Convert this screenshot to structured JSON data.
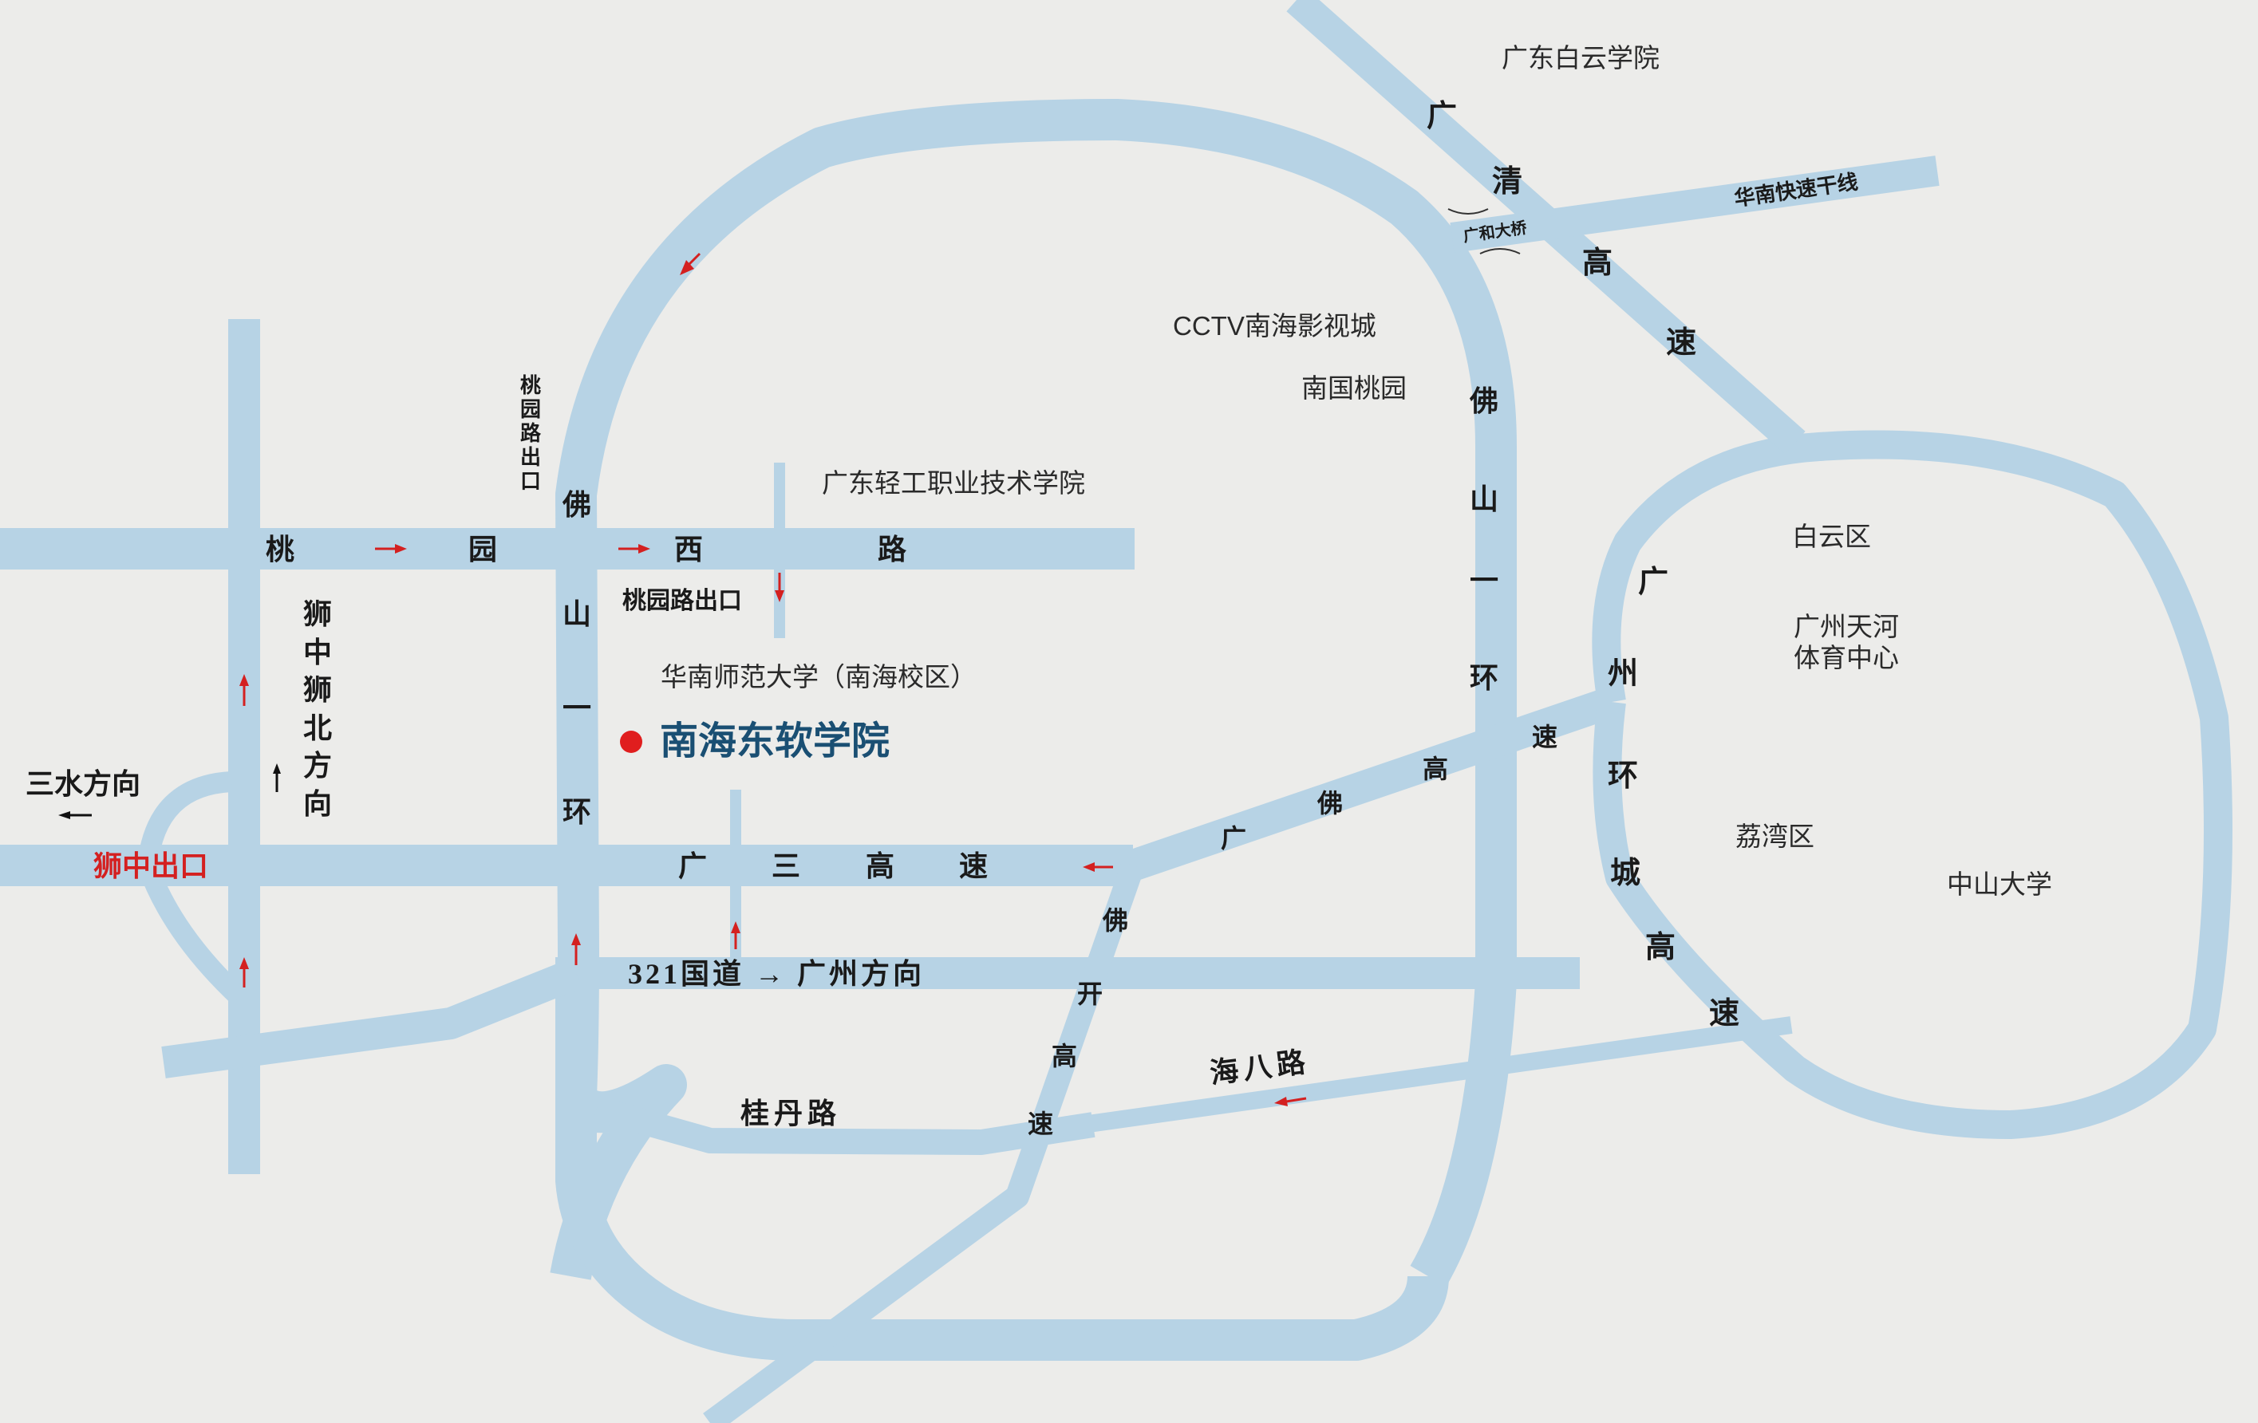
{
  "map": {
    "colors": {
      "background": "#ececea",
      "road": "#b7d3e5",
      "marker": "#e01e1e",
      "arrow": "#d42020",
      "highlight_text": "#1a4f73"
    },
    "highlight": "南海东软学院",
    "places": {
      "guangdong_baiyun": "广东白云学院",
      "cctv": "CCTV南海影视城",
      "nanguo_taoyuan": "南国桃园",
      "guangdong_qinggong": "广东轻工职业技术学院",
      "scnu": "华南师范大学（南海校区）",
      "baiyun_district": "白云区",
      "tianhe_1": "广州天河",
      "tianhe_2": "体育中心",
      "liwan_district": "荔湾区",
      "sysu": "中山大学",
      "sanshui": "三水方向"
    },
    "roads": {
      "taoyuan_west": [
        "桃",
        "园",
        "西",
        "路"
      ],
      "taoyuan_exit_v": [
        "桃",
        "园",
        "路",
        "出",
        "口"
      ],
      "taoyuan_exit_h": "桃园路出口",
      "foshan_ring_left": [
        "佛",
        "山",
        "一",
        "环"
      ],
      "foshan_ring_right": [
        "佛",
        "山",
        "一",
        "环"
      ],
      "shizhong": [
        "狮",
        "中",
        "狮",
        "北",
        "方",
        "向"
      ],
      "shizhong_exit": "狮中出口",
      "guangsan": [
        "广",
        "三",
        "高",
        "速"
      ],
      "guangfo": [
        "广",
        "佛",
        "高",
        "速"
      ],
      "fokai": [
        "佛",
        "开",
        "高",
        "速"
      ],
      "route321": "321国道 → 广州方向",
      "guidan": "桂丹路",
      "haiba": "海八路",
      "guangqing": [
        "广",
        "清",
        "高",
        "速"
      ],
      "huanan": "华南快速干线",
      "guanghe": "广和大桥",
      "guangzhou_ring": [
        "广",
        "州",
        "环",
        "城",
        "高",
        "速"
      ]
    }
  }
}
